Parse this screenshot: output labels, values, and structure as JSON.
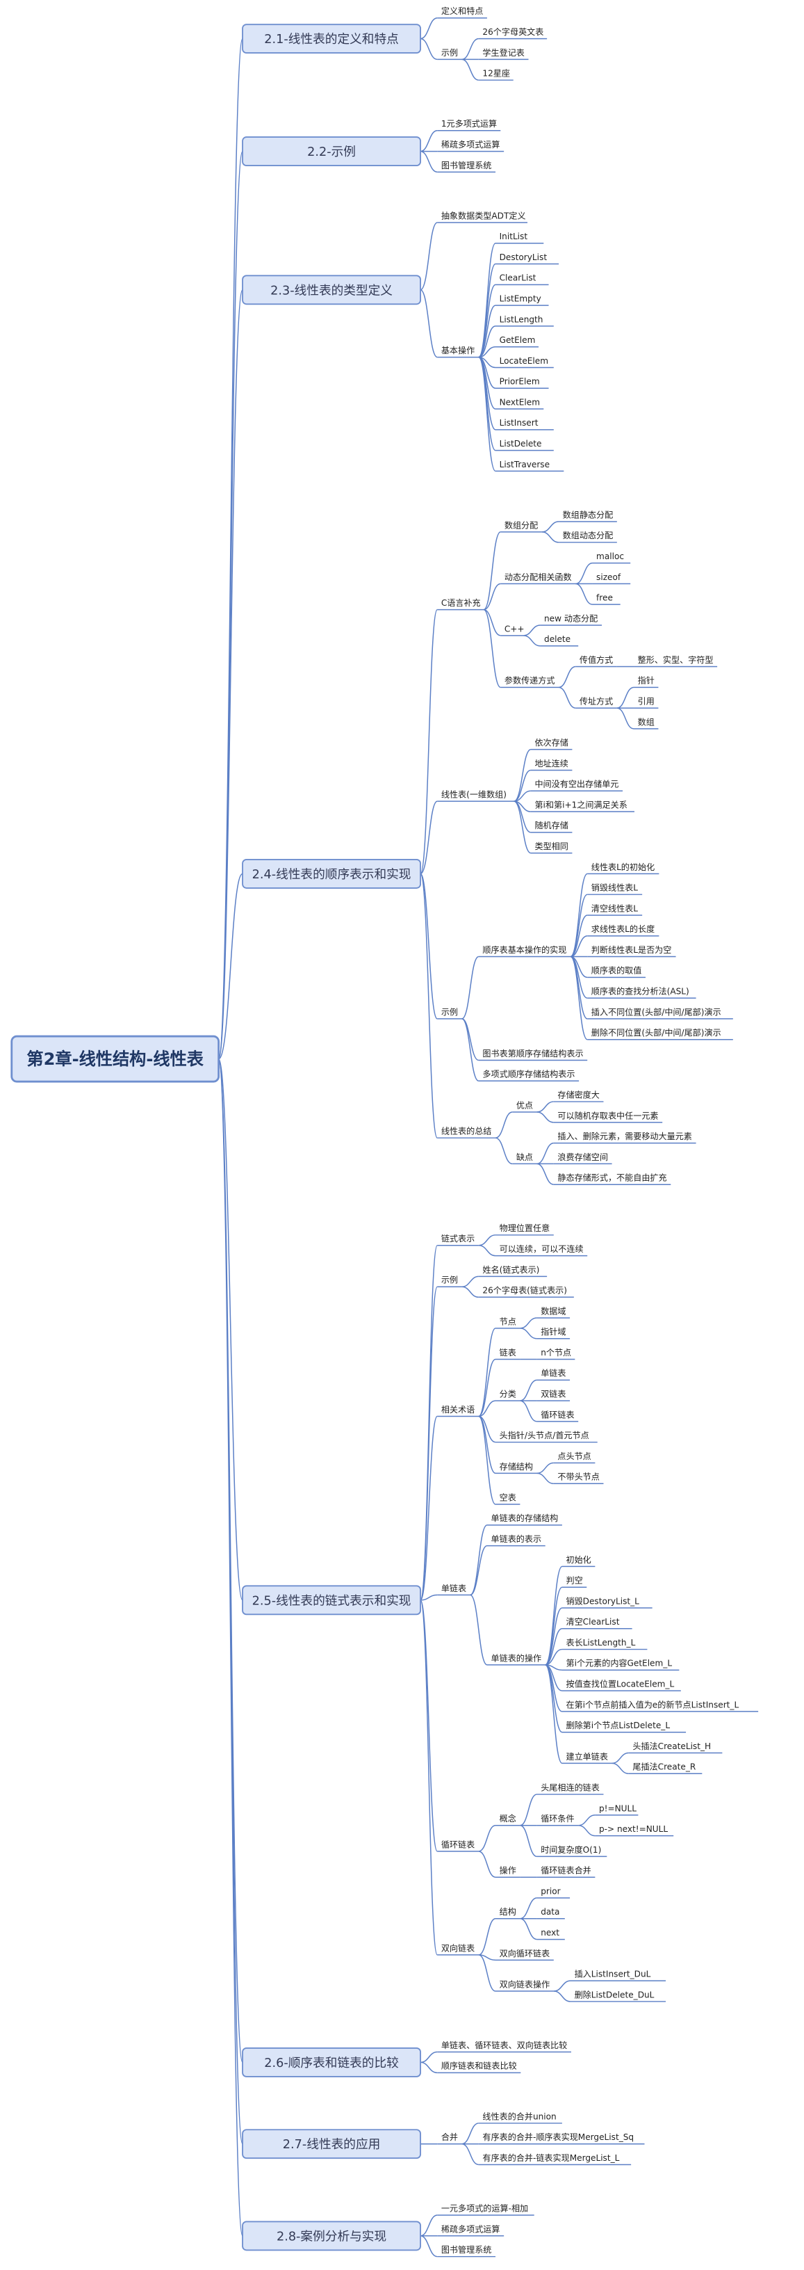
{
  "root": "第2章-线性结构-线性表",
  "sections": [
    {
      "label": "2.1-线性表的定义和特点",
      "children": [
        {
          "label": "定义和特点"
        },
        {
          "label": "示例",
          "children": [
            {
              "label": "26个字母英文表"
            },
            {
              "label": "学生登记表"
            },
            {
              "label": "12星座"
            }
          ]
        }
      ]
    },
    {
      "label": "2.2-示例",
      "children": [
        {
          "label": "1元多项式运算"
        },
        {
          "label": "稀疏多项式运算"
        },
        {
          "label": "图书管理系统"
        }
      ]
    },
    {
      "label": "2.3-线性表的类型定义",
      "children": [
        {
          "label": "抽象数据类型ADT定义"
        },
        {
          "label": "基本操作",
          "children": [
            {
              "label": "InitList"
            },
            {
              "label": "DestoryList"
            },
            {
              "label": "ClearList"
            },
            {
              "label": "ListEmpty"
            },
            {
              "label": "ListLength"
            },
            {
              "label": "GetElem"
            },
            {
              "label": "LocateElem"
            },
            {
              "label": "PriorElem"
            },
            {
              "label": "NextElem"
            },
            {
              "label": "ListInsert"
            },
            {
              "label": "ListDelete"
            },
            {
              "label": "ListTraverse"
            }
          ]
        }
      ]
    },
    {
      "label": "2.4-线性表的顺序表示和实现",
      "children": [
        {
          "label": "C语言补充",
          "children": [
            {
              "label": "数组分配",
              "children": [
                {
                  "label": "数组静态分配"
                },
                {
                  "label": "数组动态分配"
                }
              ]
            },
            {
              "label": "动态分配相关函数",
              "children": [
                {
                  "label": "malloc"
                },
                {
                  "label": "sizeof"
                },
                {
                  "label": "free"
                }
              ]
            },
            {
              "label": "C++",
              "children": [
                {
                  "label": "new 动态分配"
                },
                {
                  "label": "delete"
                }
              ]
            },
            {
              "label": "参数传递方式",
              "children": [
                {
                  "label": "传值方式",
                  "children": [
                    {
                      "label": "整形、实型、字符型"
                    }
                  ]
                },
                {
                  "label": "传址方式",
                  "children": [
                    {
                      "label": "指针"
                    },
                    {
                      "label": "引用"
                    },
                    {
                      "label": "数组"
                    }
                  ]
                }
              ]
            }
          ]
        },
        {
          "label": "线性表(一维数组)",
          "children": [
            {
              "label": "依次存储"
            },
            {
              "label": "地址连续"
            },
            {
              "label": "中间没有空出存储单元"
            },
            {
              "label": "第i和第i+1之间满足关系"
            },
            {
              "label": "随机存储"
            },
            {
              "label": "类型相同"
            }
          ]
        },
        {
          "label": "示例",
          "children": [
            {
              "label": "顺序表基本操作的实现",
              "children": [
                {
                  "label": "线性表L的初始化"
                },
                {
                  "label": "销毁线性表L"
                },
                {
                  "label": "清空线性表L"
                },
                {
                  "label": "求线性表L的长度"
                },
                {
                  "label": "判断线性表L是否为空"
                },
                {
                  "label": "顺序表的取值"
                },
                {
                  "label": "顺序表的查找分析法(ASL)"
                },
                {
                  "label": "插入不同位置(头部/中间/尾部)演示"
                },
                {
                  "label": "删除不同位置(头部/中间/尾部)演示"
                }
              ]
            },
            {
              "label": "图书表第顺序存储结构表示"
            },
            {
              "label": "多项式顺序存储结构表示"
            }
          ]
        },
        {
          "label": "线性表的总结",
          "children": [
            {
              "label": "优点",
              "children": [
                {
                  "label": "存储密度大"
                },
                {
                  "label": "可以随机存取表中任一元素"
                }
              ]
            },
            {
              "label": "缺点",
              "children": [
                {
                  "label": "插入、删除元素，需要移动大量元素"
                },
                {
                  "label": "浪费存储空间"
                },
                {
                  "label": "静态存储形式，不能自由扩充"
                }
              ]
            }
          ]
        }
      ]
    },
    {
      "label": "2.5-线性表的链式表示和实现",
      "children": [
        {
          "label": "链式表示",
          "children": [
            {
              "label": "物理位置任意"
            },
            {
              "label": "可以连续，可以不连续"
            }
          ]
        },
        {
          "label": "示例",
          "children": [
            {
              "label": "姓名(链式表示)"
            },
            {
              "label": "26个字母表(链式表示)"
            }
          ]
        },
        {
          "label": "相关术语",
          "children": [
            {
              "label": "节点",
              "children": [
                {
                  "label": "数据域"
                },
                {
                  "label": "指针域"
                }
              ]
            },
            {
              "label": "链表",
              "children": [
                {
                  "label": "n个节点"
                }
              ]
            },
            {
              "label": "分类",
              "children": [
                {
                  "label": "单链表"
                },
                {
                  "label": "双链表"
                },
                {
                  "label": "循环链表"
                }
              ]
            },
            {
              "label": "头指针/头节点/首元节点"
            },
            {
              "label": "存储结构",
              "children": [
                {
                  "label": "点头节点"
                },
                {
                  "label": "不带头节点"
                }
              ]
            },
            {
              "label": "空表"
            }
          ]
        },
        {
          "label": "单链表",
          "children": [
            {
              "label": "单链表的存储结构"
            },
            {
              "label": "单链表的表示"
            },
            {
              "label": "单链表的操作",
              "children": [
                {
                  "label": "初始化"
                },
                {
                  "label": "判空"
                },
                {
                  "label": "销毁DestoryList_L"
                },
                {
                  "label": "清空ClearList"
                },
                {
                  "label": "表长ListLength_L"
                },
                {
                  "label": "第i个元素的内容GetElem_L"
                },
                {
                  "label": "按值查找位置LocateElem_L"
                },
                {
                  "label": "在第i个节点前插入值为e的新节点ListInsert_L"
                },
                {
                  "label": "删除第i个节点ListDelete_L"
                },
                {
                  "label": "建立单链表",
                  "children": [
                    {
                      "label": "头插法CreateList_H"
                    },
                    {
                      "label": "尾插法Create_R"
                    }
                  ]
                }
              ]
            }
          ]
        },
        {
          "label": "循环链表",
          "children": [
            {
              "label": "概念",
              "children": [
                {
                  "label": "头尾相连的链表"
                },
                {
                  "label": "循环条件",
                  "children": [
                    {
                      "label": "p!=NULL"
                    },
                    {
                      "label": "p-> next!=NULL"
                    }
                  ]
                },
                {
                  "label": "时间复杂度O(1)"
                }
              ]
            },
            {
              "label": "操作",
              "children": [
                {
                  "label": "循环链表合并"
                }
              ]
            }
          ]
        },
        {
          "label": "双向链表",
          "children": [
            {
              "label": "结构",
              "children": [
                {
                  "label": "prior"
                },
                {
                  "label": "data"
                },
                {
                  "label": "next"
                }
              ]
            },
            {
              "label": "双向循环链表"
            },
            {
              "label": "双向链表操作",
              "children": [
                {
                  "label": "插入ListInsert_DuL"
                },
                {
                  "label": "删除ListDelete_DuL"
                }
              ]
            }
          ]
        }
      ]
    },
    {
      "label": "2.6-顺序表和链表的比较",
      "children": [
        {
          "label": "单链表、循环链表、双向链表比较"
        },
        {
          "label": "顺序链表和链表比较"
        }
      ]
    },
    {
      "label": "2.7-线性表的应用",
      "children": [
        {
          "label": "合并",
          "children": [
            {
              "label": "线性表的合并union"
            },
            {
              "label": "有序表的合并-顺序表实现MergeList_Sq"
            },
            {
              "label": "有序表的合并-链表实现MergeList_L"
            }
          ]
        }
      ]
    },
    {
      "label": "2.8-案例分析与实现",
      "children": [
        {
          "label": "一元多项式的运算-相加"
        },
        {
          "label": "稀疏多项式运算"
        },
        {
          "label": "图书管理系统"
        }
      ]
    }
  ],
  "colors": {
    "edge": "#5b7fc6",
    "box_fill": "#dbe5f8",
    "box_stroke": "#6f8fcf",
    "root_text": "#1f3764"
  }
}
